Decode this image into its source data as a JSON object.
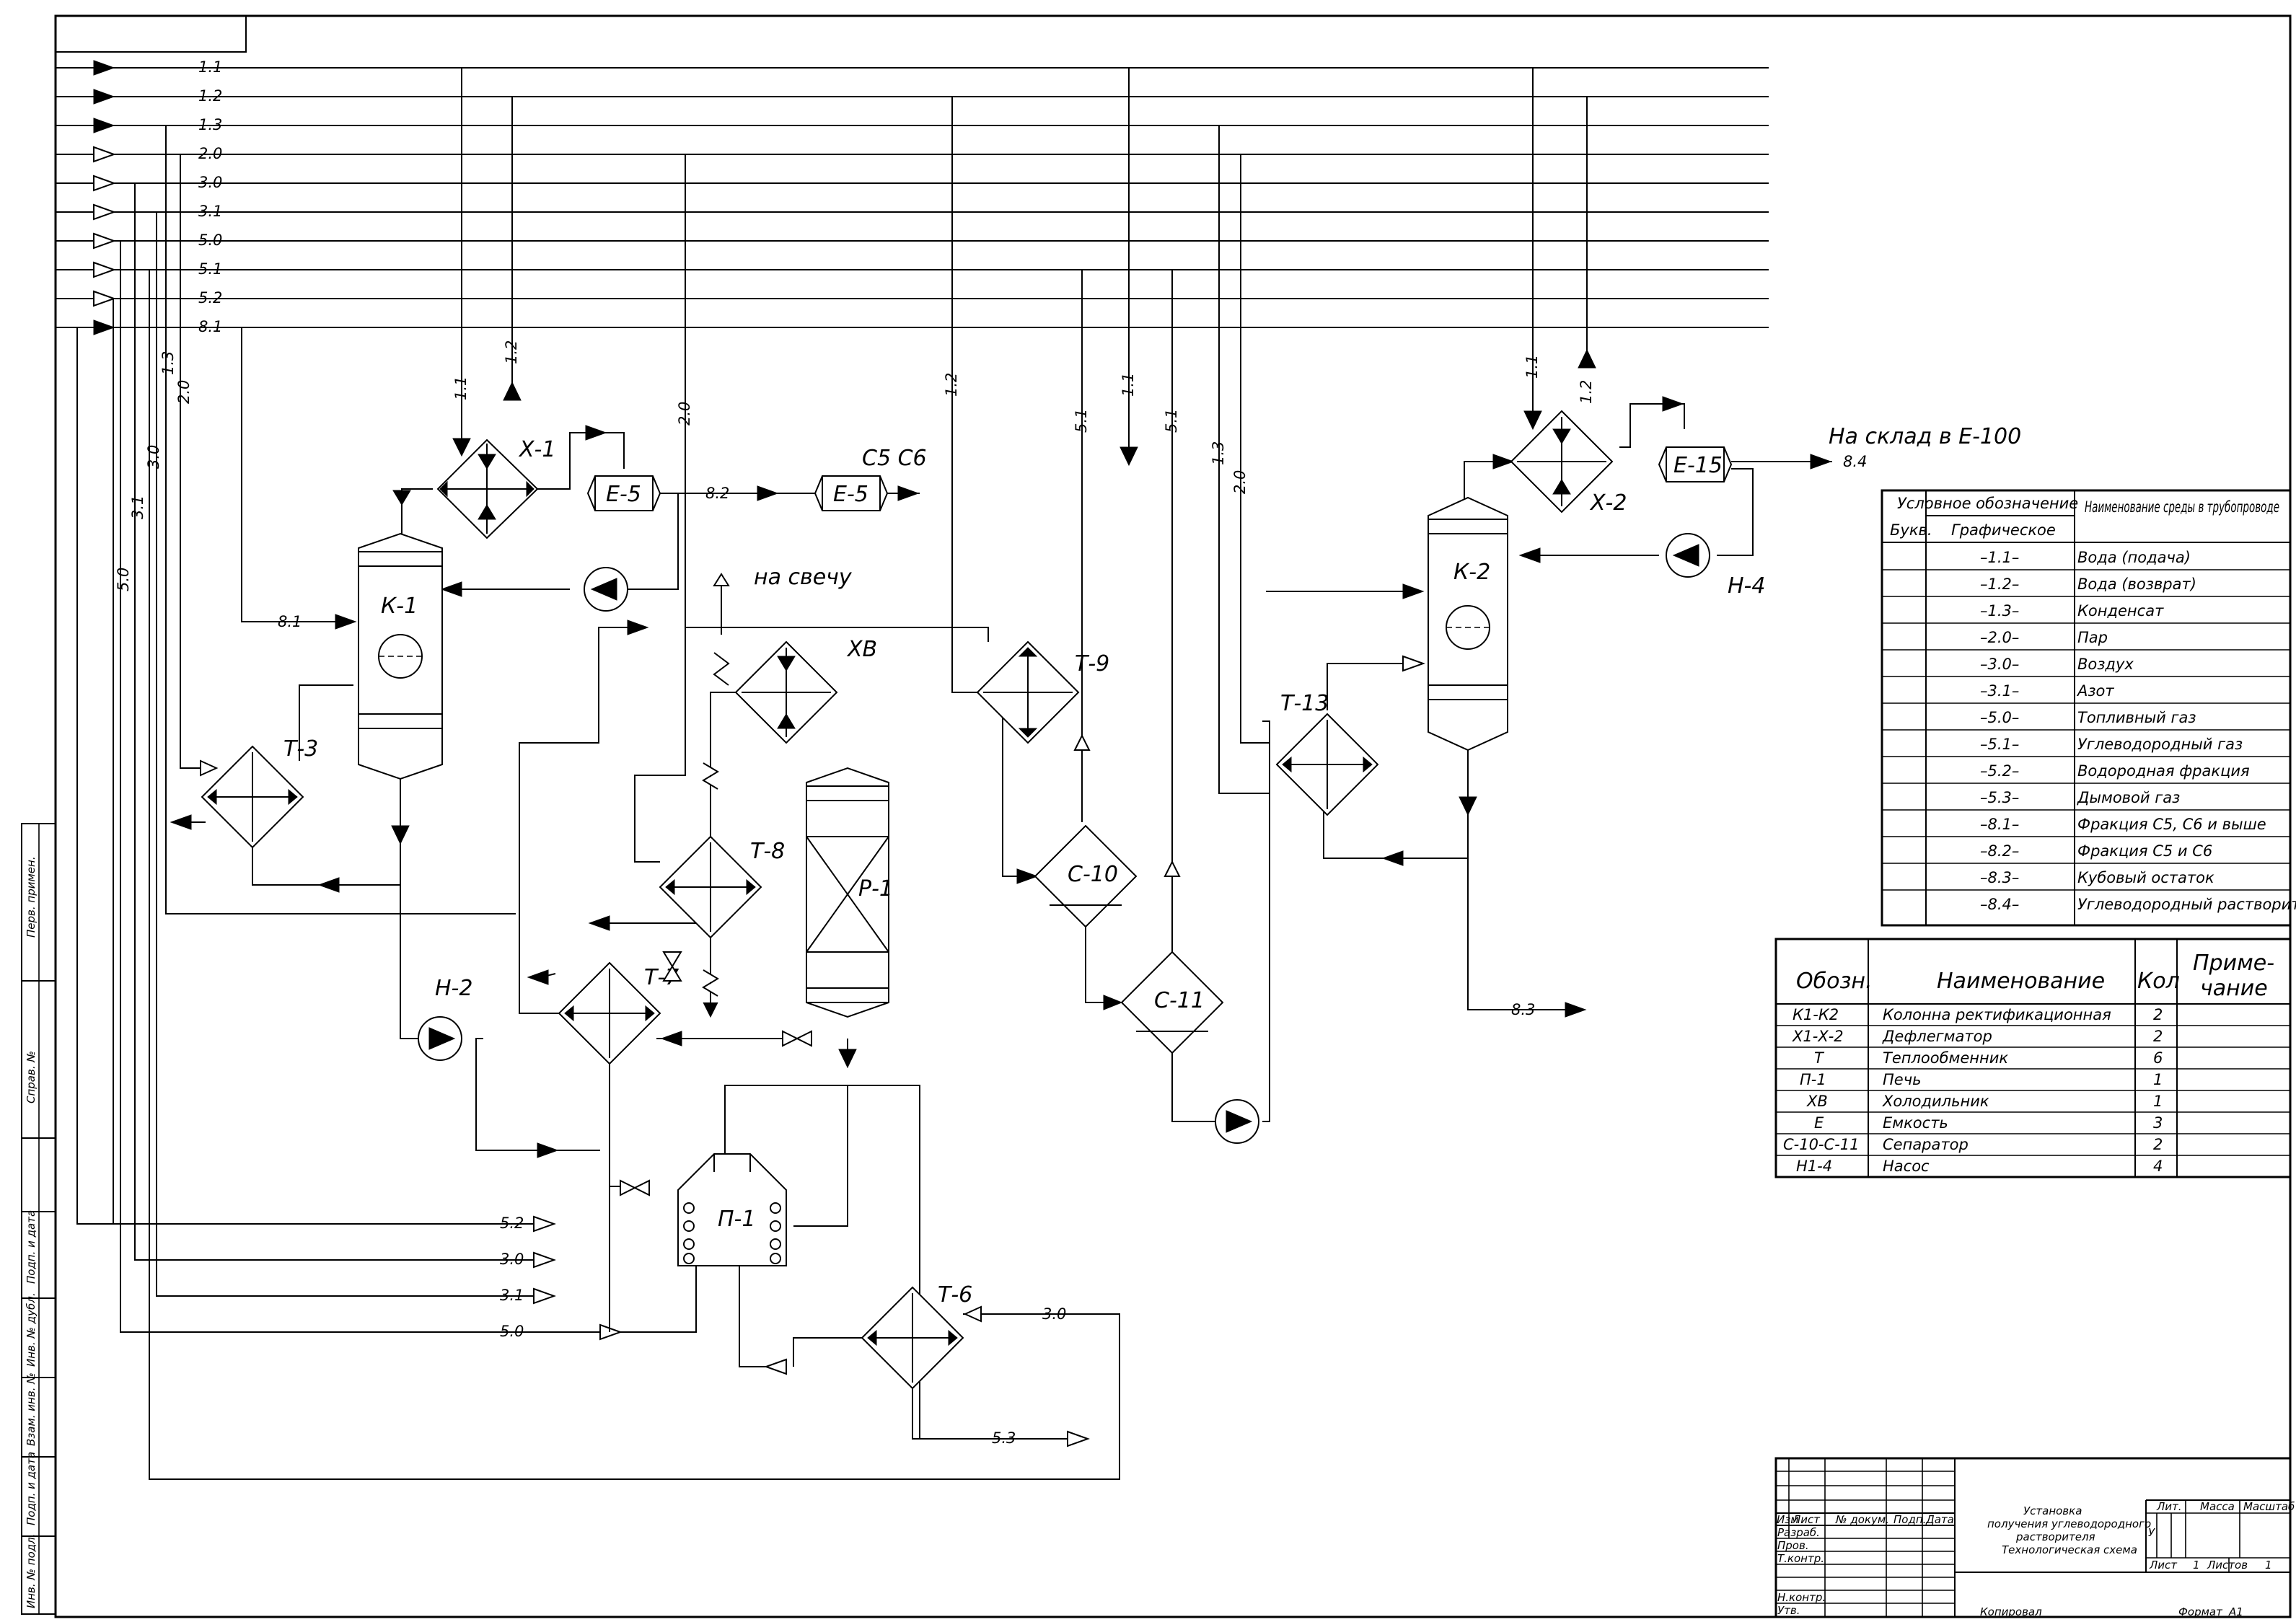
{
  "lines": {
    "l11": "1.1",
    "l12": "1.2",
    "l13": "1.3",
    "l20": "2.0",
    "l30": "3.0",
    "l31": "3.1",
    "l50": "5.0",
    "l51": "5.1",
    "l52": "5.2",
    "l81": "8.1",
    "l82": "8.2",
    "l83": "8.3",
    "l84": "8.4",
    "l53": "5.3"
  },
  "equipment": {
    "x1": "Х-1",
    "x2": "Х-2",
    "e5a": "Е-5",
    "e5b": "Е-5",
    "e15": "Е-15",
    "k1": "К-1",
    "k2": "К-2",
    "t3": "Т-3",
    "t6": "Т-6",
    "t7": "Т-7",
    "t8": "Т-8",
    "t9": "Т-9",
    "t13": "Т-13",
    "xv": "ХВ",
    "r1": "Р-1",
    "c10": "С-10",
    "c11": "С-11",
    "h2": "Н-2",
    "h4": "Н-4",
    "p1": "П-1"
  },
  "annotations": {
    "c5c6": "С5 С6",
    "svecha": "на свечу",
    "sklad": "На склад в Е-100"
  },
  "legend": {
    "header_symbol": "Условное обозначение",
    "header_medium": "Наименование среды в трубопроводе",
    "col_letter": "Букв.",
    "col_graphic": "Графическое",
    "rows": [
      {
        "code": "–1.1–",
        "name": "Вода (подача)"
      },
      {
        "code": "–1.2–",
        "name": "Вода (возврат)"
      },
      {
        "code": "–1.3–",
        "name": "Конденсат"
      },
      {
        "code": "–2.0–",
        "name": "Пар"
      },
      {
        "code": "–3.0–",
        "name": "Воздух"
      },
      {
        "code": "–3.1–",
        "name": "Азот"
      },
      {
        "code": "–5.0–",
        "name": "Топливный газ"
      },
      {
        "code": "–5.1–",
        "name": "Углеводородный газ"
      },
      {
        "code": "–5.2–",
        "name": "Водородная фракция"
      },
      {
        "code": "–5.3–",
        "name": "Дымовой газ"
      },
      {
        "code": "–8.1–",
        "name": "Фракция С5, С6 и выше"
      },
      {
        "code": "–8.2–",
        "name": "Фракция С5 и С6"
      },
      {
        "code": "–8.3–",
        "name": "Кубовый остаток"
      },
      {
        "code": "–8.4–",
        "name": "Углеводородный растворитель"
      }
    ]
  },
  "spec": {
    "h_code": "Обозн.",
    "h_name": "Наименование",
    "h_qty": "Кол",
    "h_note_1": "Приме-",
    "h_note_2": "чание",
    "rows": [
      {
        "code": "К1-К2",
        "name": "Колонна ректификационная",
        "qty": "2"
      },
      {
        "code": "Х1-Х-2",
        "name": "Дефлегматор",
        "qty": "2"
      },
      {
        "code": "Т",
        "name": "Теплообменник",
        "qty": "6"
      },
      {
        "code": "П-1",
        "name": "Печь",
        "qty": "1"
      },
      {
        "code": "ХВ",
        "name": "Холодильник",
        "qty": "1"
      },
      {
        "code": "Е",
        "name": "Емкость",
        "qty": "3"
      },
      {
        "code": "С-10-С-11",
        "name": "Сепаратор",
        "qty": "2"
      },
      {
        "code": "Н1-4",
        "name": "Насос",
        "qty": "4"
      }
    ]
  },
  "title_block": {
    "title_1": "Установка",
    "title_2": "получения углеводородного",
    "title_3": "растворителя",
    "title_4": "Технологическая схема",
    "izm": "Изм",
    "list": "Лист",
    "ndoc": "№ докум.",
    "podp": "Подп.",
    "data": "Дата",
    "razrab": "Разраб.",
    "prov": "Пров.",
    "tkontr": "Т.контр.",
    "nkontr": "Н.контр.",
    "utv": "Утв.",
    "lit": "Лит.",
    "massa": "Масса",
    "masshtab": "Масштаб",
    "lit_value": "У",
    "sheet_label": "Лист",
    "sheet_value": "1",
    "sheets_label": "Листов",
    "sheets_value": "1",
    "kopiroval": "Копировал",
    "format": "Формат",
    "format_value": "А1"
  },
  "side_stamp": {
    "perv": "Перв. примен.",
    "sprav": "Справ. №",
    "podp_data_1": "Подп. и дата",
    "inv_dubl": "Инв. № дубл.",
    "vzam": "Взам. инв. №",
    "podp_data_2": "Подп. и дата",
    "inv_podl": "Инв. № подл."
  }
}
